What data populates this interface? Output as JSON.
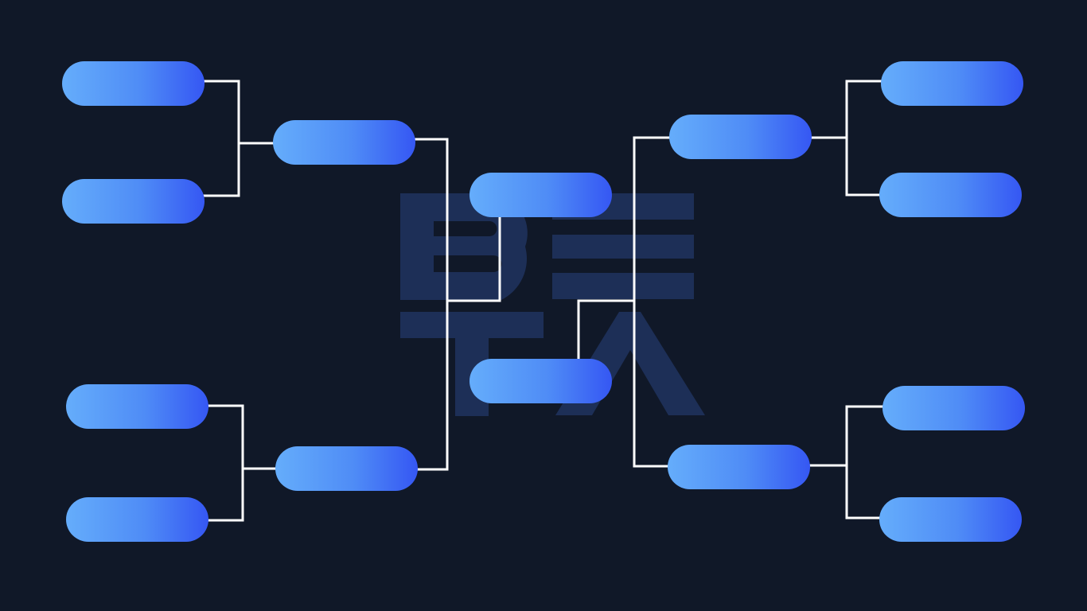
{
  "watermark": {
    "text": "BETA",
    "color": "#1d2f57"
  },
  "bracket": {
    "slot_color_start": "#65adfb",
    "slot_color_end": "#3557f3",
    "connector_color": "#ffffff",
    "slots": [
      {
        "id": "left-r1-1",
        "label": ""
      },
      {
        "id": "left-r1-2",
        "label": ""
      },
      {
        "id": "left-r1-3",
        "label": ""
      },
      {
        "id": "left-r1-4",
        "label": ""
      },
      {
        "id": "left-r2-1",
        "label": ""
      },
      {
        "id": "left-r2-2",
        "label": ""
      },
      {
        "id": "final-1",
        "label": ""
      },
      {
        "id": "final-2",
        "label": ""
      },
      {
        "id": "right-r2-1",
        "label": ""
      },
      {
        "id": "right-r2-2",
        "label": ""
      },
      {
        "id": "right-r1-1",
        "label": ""
      },
      {
        "id": "right-r1-2",
        "label": ""
      },
      {
        "id": "right-r1-3",
        "label": ""
      },
      {
        "id": "right-r1-4",
        "label": ""
      }
    ]
  }
}
